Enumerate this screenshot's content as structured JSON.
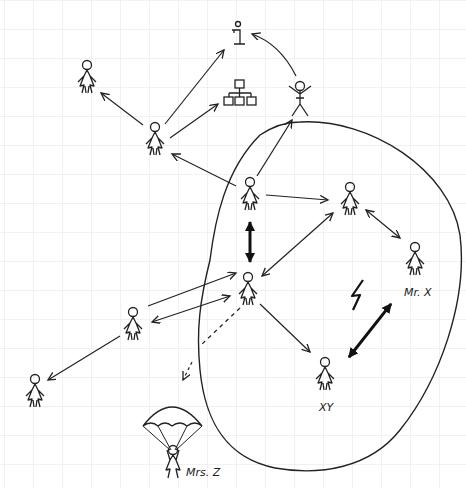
{
  "diagram": {
    "nodes": [
      {
        "text": [
          "Mr. X"
        ]
      },
      {
        "text": [
          "XY"
        ]
      },
      {
        "text": [
          "Mrs. Z"
        ]
      }
    ],
    "edges": [
      {
        "from": 0,
        "to": 1,
        "arrow": "both"
      }
    ]
  }
}
